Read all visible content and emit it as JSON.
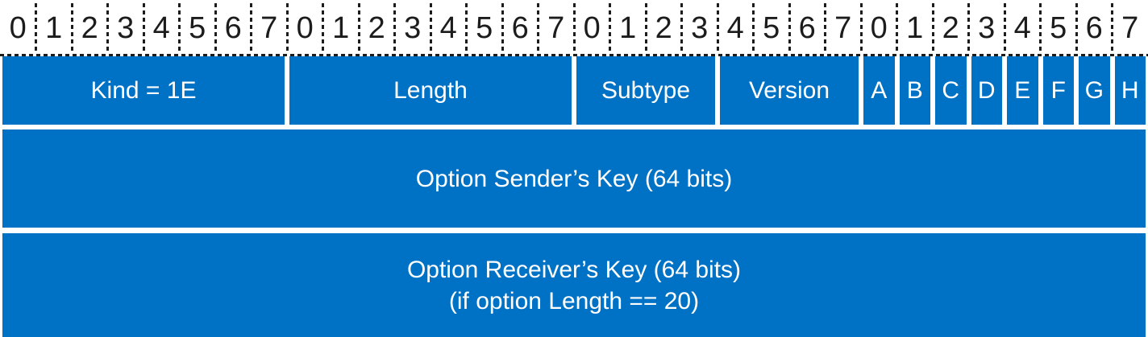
{
  "colors": {
    "cell_blue": "#0072c6",
    "ruler_ink": "#1c1c1c",
    "label_text": "#ffffff",
    "background": "#ffffff"
  },
  "bit_ruler": {
    "numbers": [
      "0",
      "1",
      "2",
      "3",
      "4",
      "5",
      "6",
      "7",
      "0",
      "1",
      "2",
      "3",
      "4",
      "5",
      "6",
      "7",
      "0",
      "1",
      "2",
      "3",
      "4",
      "5",
      "6",
      "7",
      "0",
      "1",
      "2",
      "3",
      "4",
      "5",
      "6",
      "7"
    ]
  },
  "field_row": {
    "cells": [
      {
        "id": "kind",
        "label": "Kind = 1E",
        "bits": 8
      },
      {
        "id": "length",
        "label": "Length",
        "bits": 8
      },
      {
        "id": "subtype",
        "label": "Subtype",
        "bits": 4
      },
      {
        "id": "version",
        "label": "Version",
        "bits": 4
      },
      {
        "id": "flag-a",
        "label": "A",
        "bits": 1
      },
      {
        "id": "flag-b",
        "label": "B",
        "bits": 1
      },
      {
        "id": "flag-c",
        "label": "C",
        "bits": 1
      },
      {
        "id": "flag-d",
        "label": "D",
        "bits": 1
      },
      {
        "id": "flag-e",
        "label": "E",
        "bits": 1
      },
      {
        "id": "flag-f",
        "label": "F",
        "bits": 1
      },
      {
        "id": "flag-g",
        "label": "G",
        "bits": 1
      },
      {
        "id": "flag-h",
        "label": "H",
        "bits": 1
      }
    ]
  },
  "sender_key_row": {
    "label": "Option Sender’s Key (64 bits)"
  },
  "receiver_key_row": {
    "line1": "Option Receiver’s Key (64 bits)",
    "line2": "(if option Length == 20)"
  }
}
